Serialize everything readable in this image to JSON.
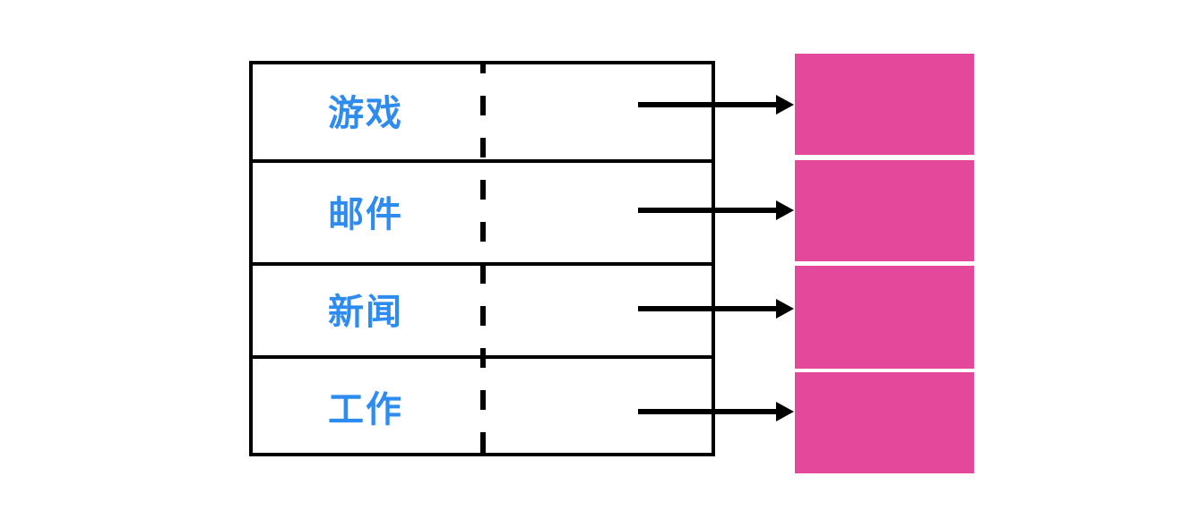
{
  "diagram": {
    "rows": [
      {
        "label": "游戏"
      },
      {
        "label": "邮件"
      },
      {
        "label": "新闻"
      },
      {
        "label": "工作"
      }
    ],
    "colors": {
      "label_text": "#2E8BEF",
      "target_box": "#E4489B",
      "lines": "#000000",
      "background": "#FFFFFF"
    }
  }
}
